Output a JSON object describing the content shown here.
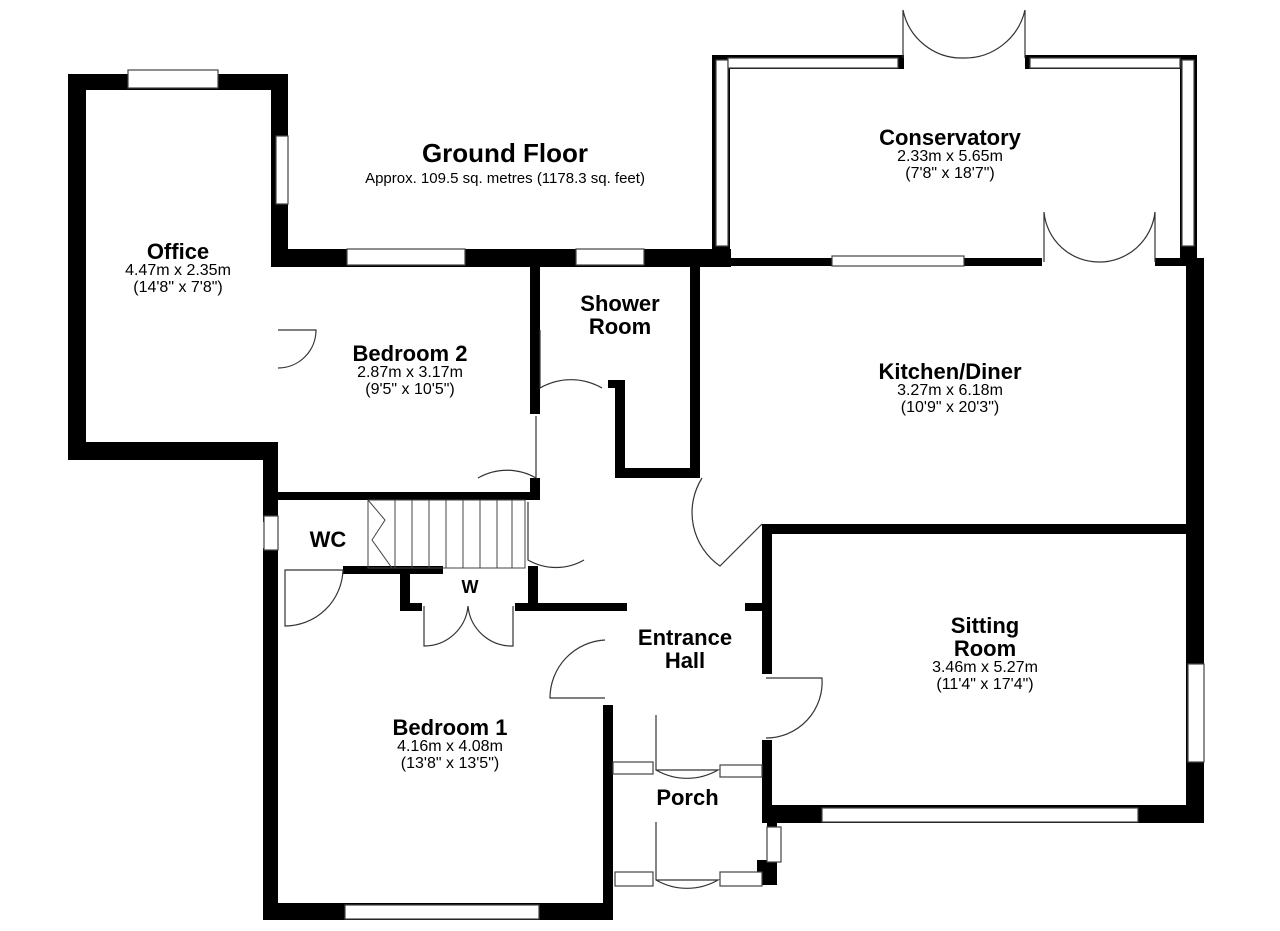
{
  "plan": {
    "title": "Ground Floor",
    "subtitle": "Approx. 109.5 sq. metres (1178.3 sq. feet)"
  },
  "rooms": {
    "office": {
      "name": "Office",
      "metric": "4.47m x 2.35m",
      "imperial": "(14'8\" x 7'8\")"
    },
    "bedroom2": {
      "name": "Bedroom 2",
      "metric": "2.87m x 3.17m",
      "imperial": "(9'5\" x 10'5\")"
    },
    "shower": {
      "name_line1": "Shower",
      "name_line2": "Room"
    },
    "conservatory": {
      "name": "Conservatory",
      "metric": "2.33m x 5.65m",
      "imperial": "(7'8\" x 18'7\")"
    },
    "kitchen": {
      "name": "Kitchen/Diner",
      "metric": "3.27m x 6.18m",
      "imperial": "(10'9\" x 20'3\")"
    },
    "wc": {
      "name": "WC"
    },
    "wardrobe": {
      "name": "W"
    },
    "hall": {
      "name_line1": "Entrance",
      "name_line2": "Hall"
    },
    "sitting": {
      "name_line1": "Sitting",
      "name_line2": "Room",
      "metric": "3.46m x 5.27m",
      "imperial": "(11'4\" x 17'4\")"
    },
    "bedroom1": {
      "name": "Bedroom 1",
      "metric": "4.16m x 4.08m",
      "imperial": "(13'8\" x 13'5\")"
    },
    "porch": {
      "name": "Porch"
    }
  }
}
